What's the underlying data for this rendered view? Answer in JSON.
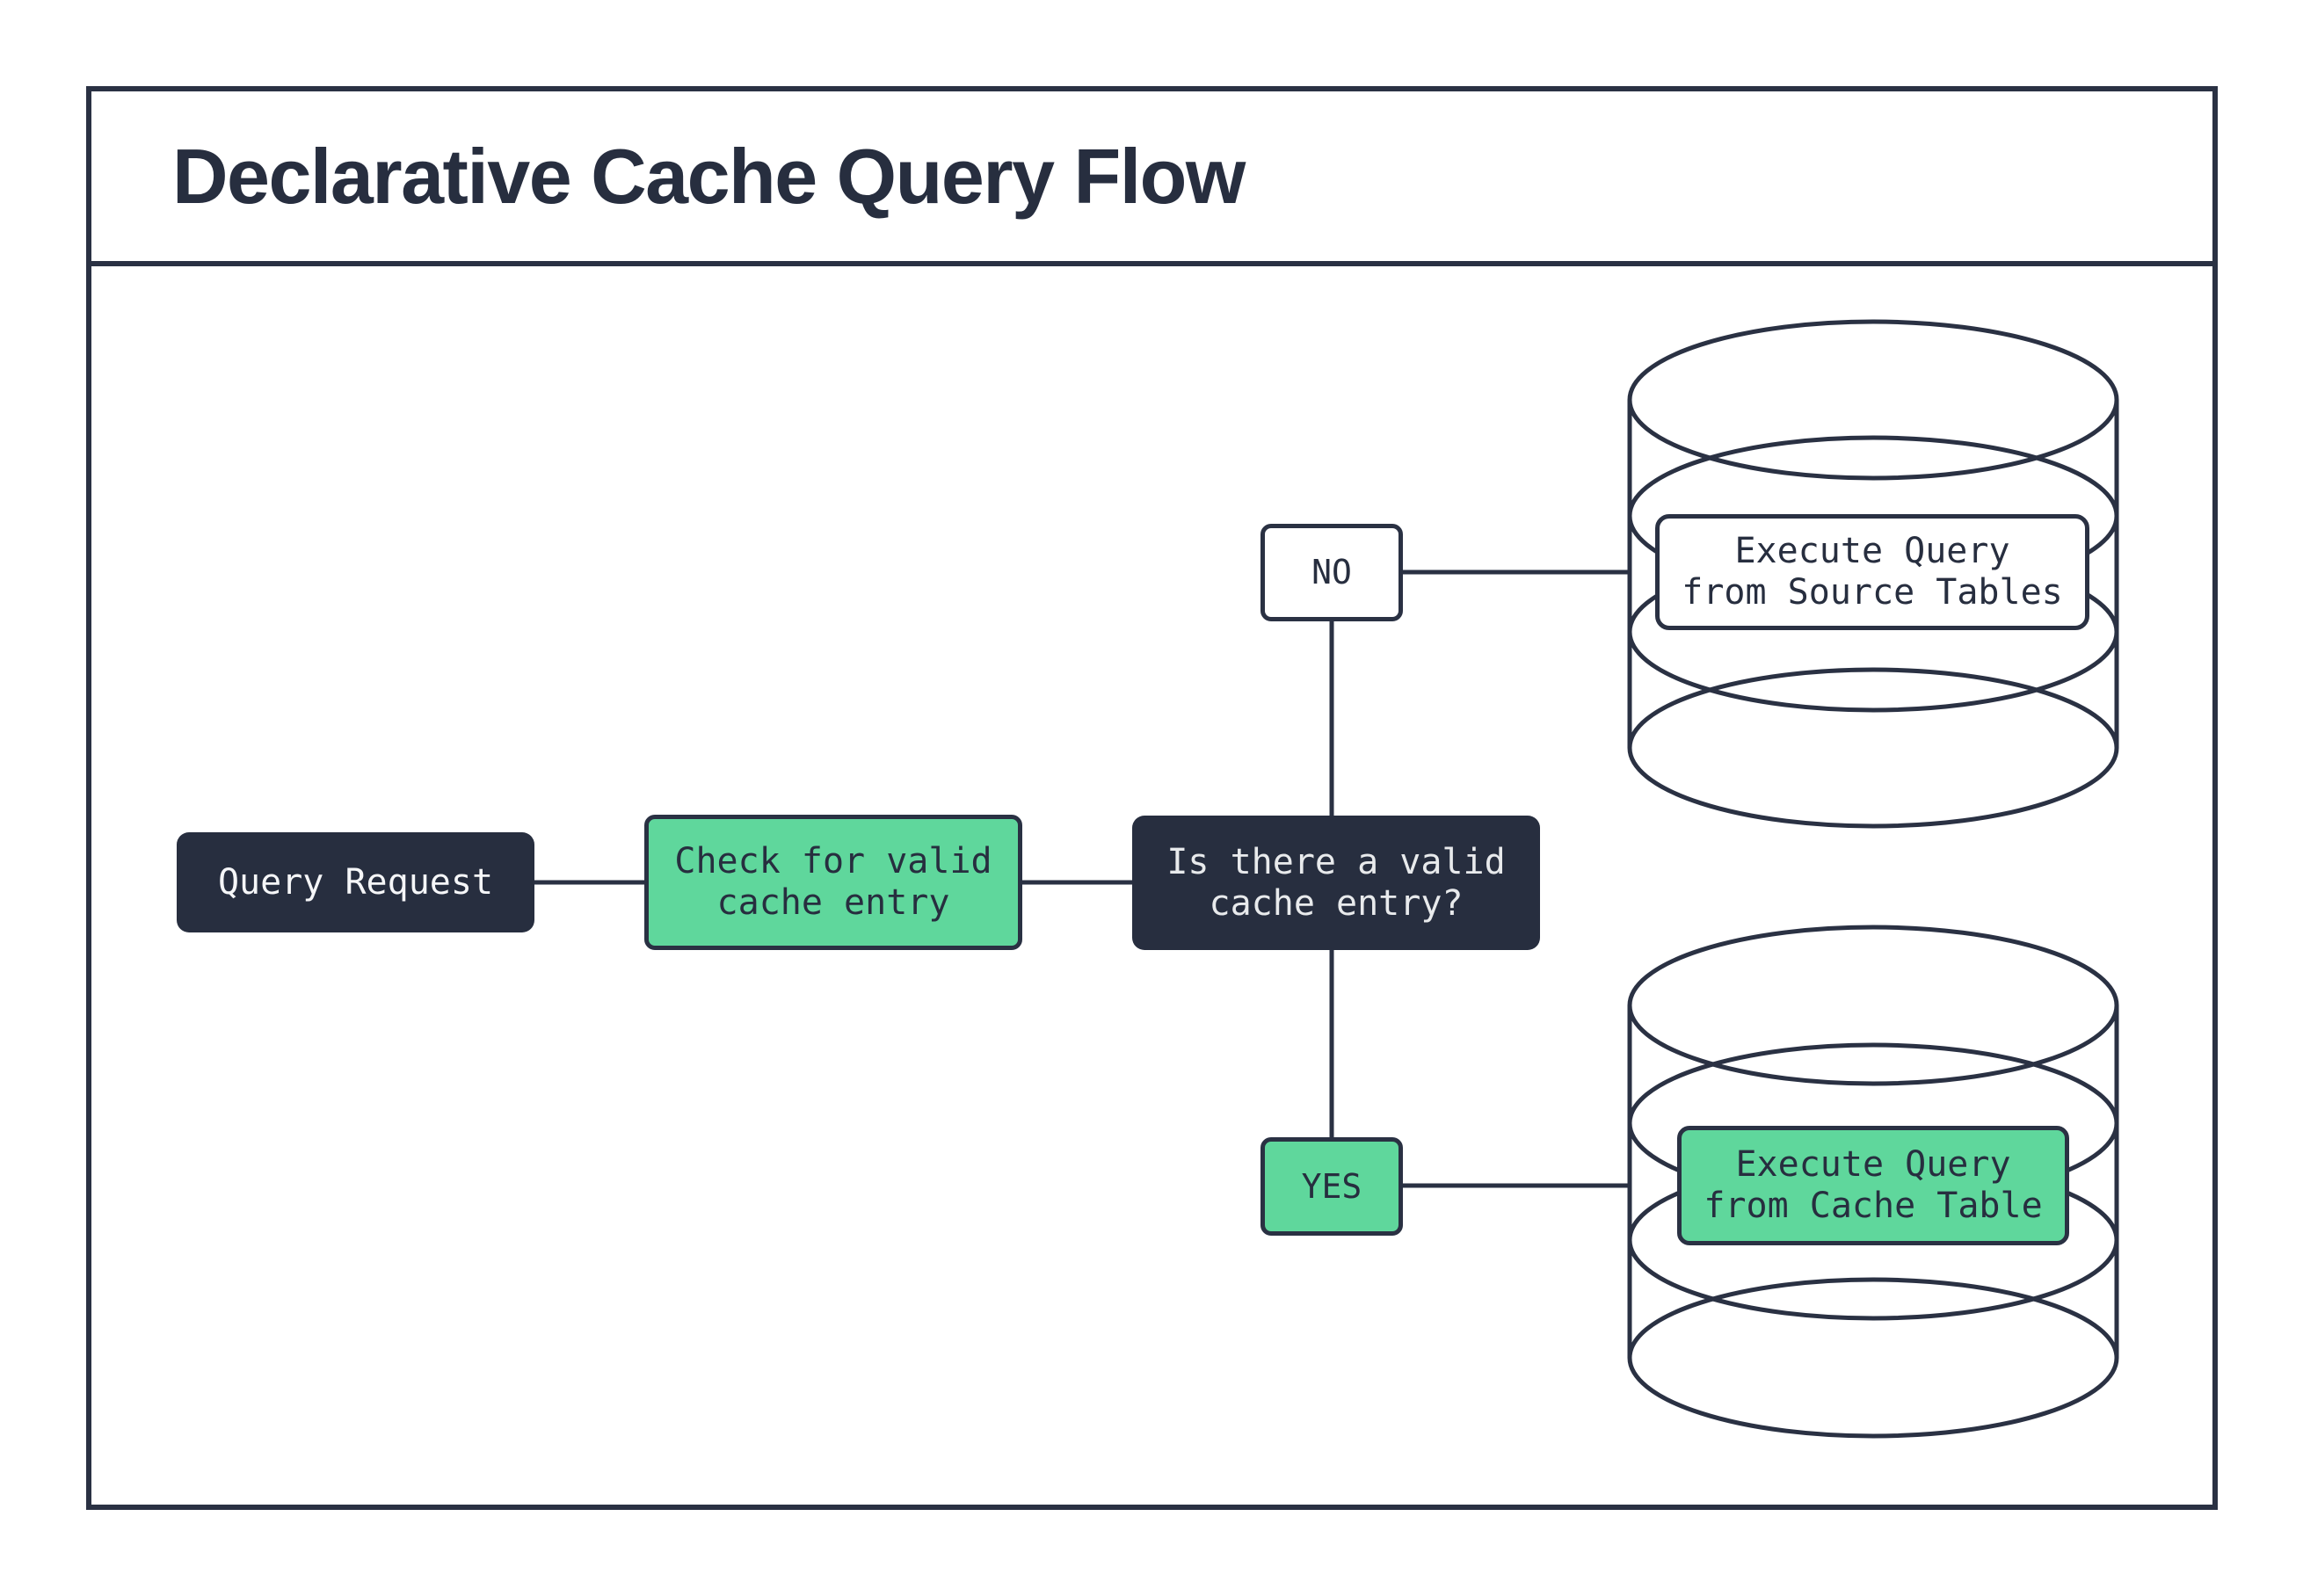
{
  "header": {
    "title": "Declarative Cache Query Flow"
  },
  "flow": {
    "query_request": {
      "line1": "Query Request"
    },
    "check_cache": {
      "line1": "Check for valid",
      "line2": "cache entry"
    },
    "decision": {
      "line1": "Is there a valid",
      "line2": "cache entry?"
    },
    "branch_no": {
      "label": "NO"
    },
    "branch_yes": {
      "label": "YES"
    },
    "execute_source": {
      "line1": "Execute Query",
      "line2": "from Source Tables"
    },
    "execute_cache": {
      "line1": "Execute Query",
      "line2": "from Cache Table"
    }
  },
  "icons": {
    "source_db": "database-cylinder-icon",
    "cache_db": "database-cylinder-icon"
  },
  "colors": {
    "navy": "#272E3F",
    "stroke": "#2A3143",
    "green": "#5FD79C",
    "white": "#FFFFFF",
    "light_text": "#E8EAEC"
  }
}
